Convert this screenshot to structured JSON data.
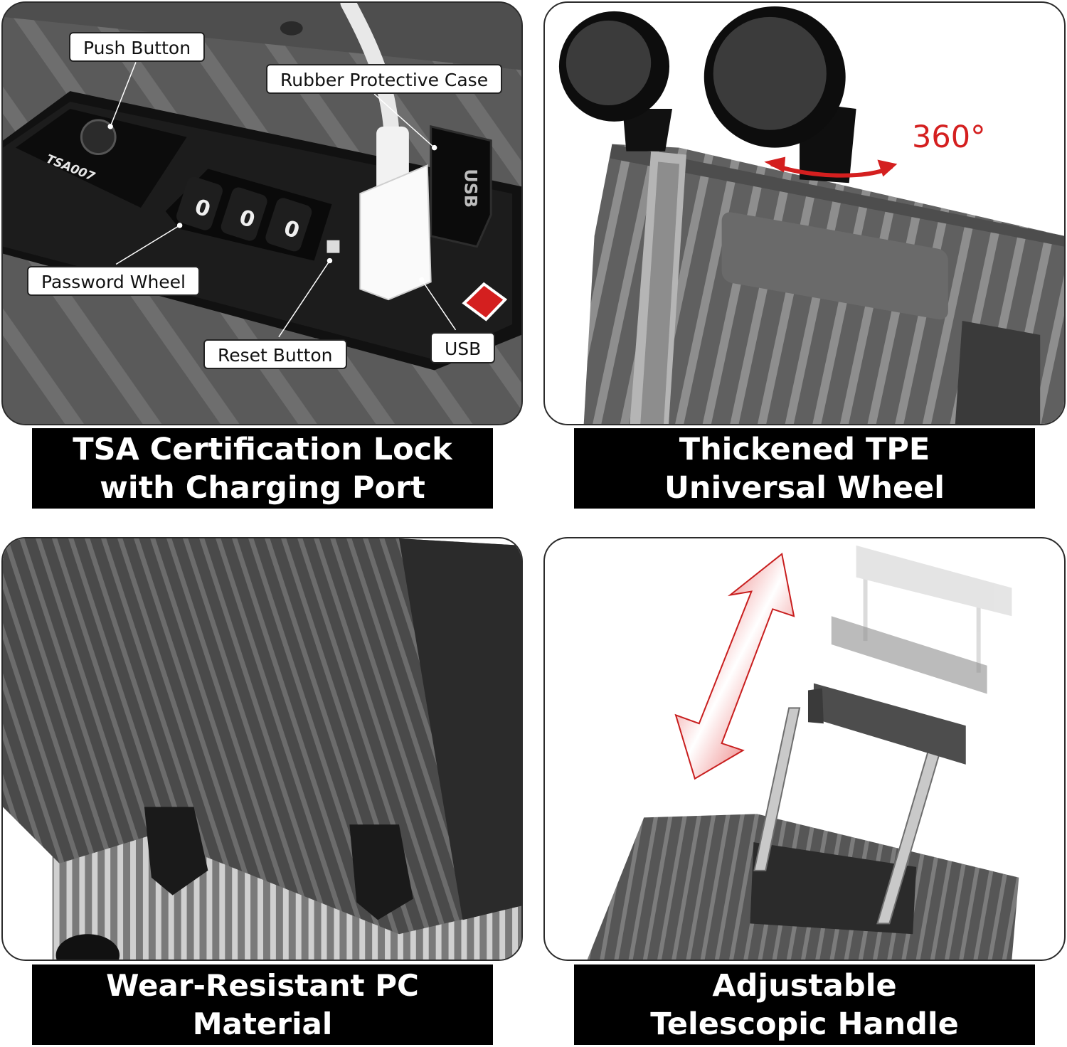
{
  "panels": {
    "lock": {
      "caption_line1": "TSA Certification Lock",
      "caption_line2": "with Charging Port",
      "engraving": "TSA007",
      "dial_digits": [
        "0",
        "0",
        "0"
      ],
      "port_label": "USB",
      "callouts": {
        "push_button": "Push Button",
        "rubber_case": "Rubber Protective Case",
        "password_wheel": "Password Wheel",
        "reset_button": "Reset Button",
        "usb": "USB"
      }
    },
    "wheel": {
      "caption_line1": "Thickened TPE",
      "caption_line2": "Universal Wheel",
      "rotation_label": "360°"
    },
    "pc": {
      "caption_line1": "Wear-Resistant PC Material"
    },
    "handle": {
      "caption_line1": "Adjustable",
      "caption_line2": "Telescopic Handle"
    }
  },
  "colors": {
    "accent_red": "#d41f1f",
    "shell_gray": "#5c5c5c",
    "frame_silver": "#b9b9b9",
    "caption_bg": "#000000",
    "caption_text": "#ffffff"
  }
}
